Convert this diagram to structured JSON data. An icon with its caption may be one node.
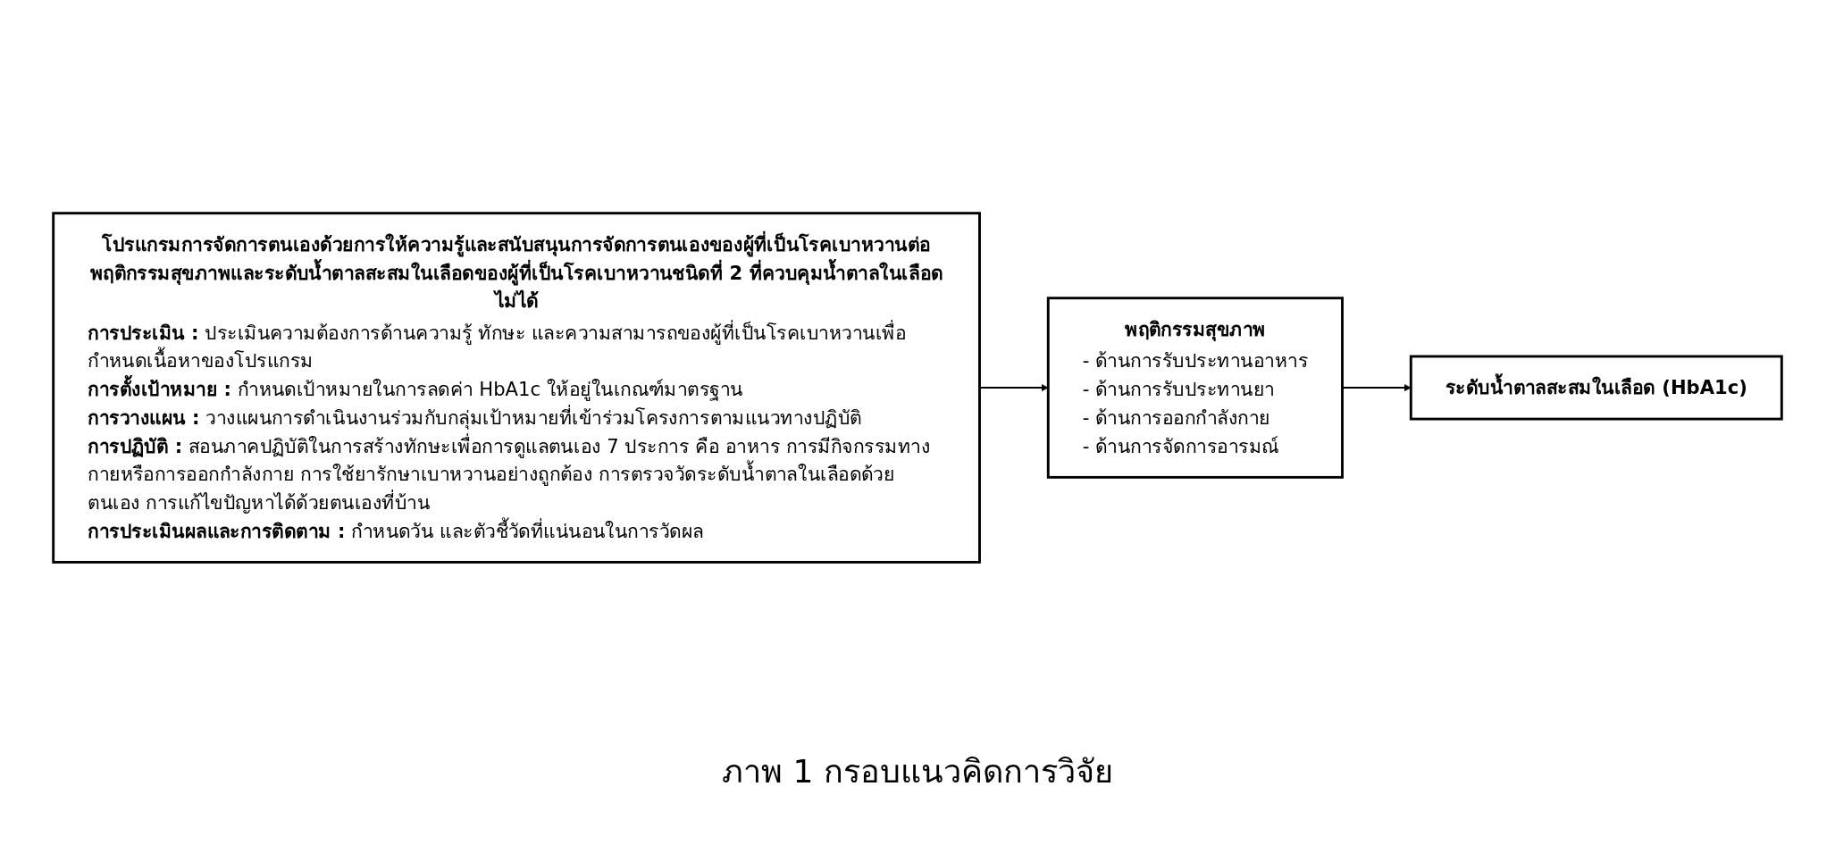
{
  "diagram": {
    "caption": "ภาพ 1 กรอบแนวคิดการวิจัย",
    "nodes": [
      {
        "text": [
          "โปรแกรมการจัดการตนเองด้วยการให้ความรู้และสนับสนุนการจัดการตนเองของผู้ที่เป็นโรคเบาหวานต่อพฤติกรรมสุขภาพและระดับน้ำตาลสะสมในเลือดของผู้ที่เป็นโรคเบาหวานชนิดที่ 2 ที่ควบคุมน้ำตาลในเลือดไม่ได้",
          "**การประเมิน :** ประเมินความต้องการด้านความรู้ ทักษะ และความสามารถของผู้ที่เป็นโรคเบาหวานเพื่อกำหนดเนื้อหาของโปรแกรม",
          "**การตั้งเป้าหมาย :** กำหนดเป้าหมายในการลดค่า HbA1c ให้อยู่ในเกณฑ์มาตรฐาน",
          "**การวางแผน :** วางแผนการดำเนินงานร่วมกับกลุ่มเป้าหมายที่เข้าร่วมโครงการตามแนวทางปฏิบัติ",
          "**การปฏิบัติ :** สอนภาคปฏิบัติในการสร้างทักษะเพื่อการดูแลตนเอง 7 ประการ คือ อาหาร การมีกิจกรรมทางกายหรือการออกกำลังกาย การใช้ยารักษาเบาหวานอย่างถูกต้อง การตรวจวัดระดับน้ำตาลในเลือดด้วยตนเอง การแก้ไขปัญหาได้ด้วยตนเองที่บ้าน",
          "**การประเมินผลและการติดตาม :** กำหนดวัน และตัวชี้วัดที่แน่นอนในการวัดผล"
        ]
      },
      {
        "text": [
          "พฤติกรรมสุขภาพ",
          "- ด้านการรับประทานอาหาร",
          "- ด้านการรับประทานยา",
          "- ด้านการออกกำลังกาย",
          "- ด้านการจัดการอารมณ์"
        ]
      },
      {
        "text": [
          "ระดับน้ำตาลสะสมในเลือด (HbA1c)"
        ]
      }
    ],
    "edges": [
      {
        "from": 0,
        "to": 1,
        "arrow": "to"
      },
      {
        "from": 1,
        "to": 2,
        "arrow": "to"
      }
    ]
  }
}
